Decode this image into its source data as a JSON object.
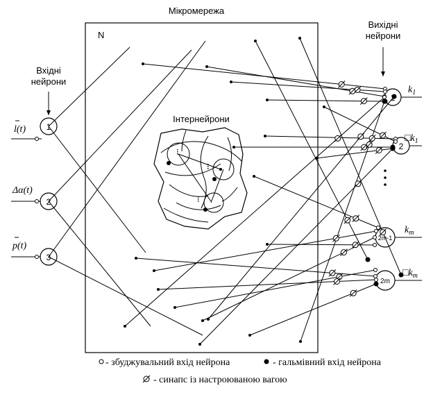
{
  "title": "Мікромережа",
  "network_label": "N",
  "input_header": [
    "Вхідні",
    "нейрони"
  ],
  "output_header": [
    "Вихідні",
    "нейрони"
  ],
  "interneurons_label": "Інтернейрони",
  "inputs": [
    {
      "signal": "l(t)",
      "id": "1"
    },
    {
      "signal": "Δα(t)",
      "id": "2"
    },
    {
      "signal": "p(t)",
      "id": "3"
    }
  ],
  "outputs": [
    {
      "id": "1",
      "label_main": "k",
      "label_sub": "1"
    },
    {
      "id": "2",
      "label_main": "□k",
      "label_sub": "1"
    },
    {
      "id": "2m-1",
      "label_main": "k",
      "label_sub": "m"
    },
    {
      "id": "2m",
      "label_main": "□k",
      "label_sub": "m"
    }
  ],
  "legend": {
    "excitatory": "- збуджувальний вхід нейрона",
    "inhibitory": "- гальмівний вхід нейрона",
    "synapse": "- синапс із настроюваною вагою"
  },
  "colors": {
    "line": "#000000",
    "background": "#ffffff"
  }
}
